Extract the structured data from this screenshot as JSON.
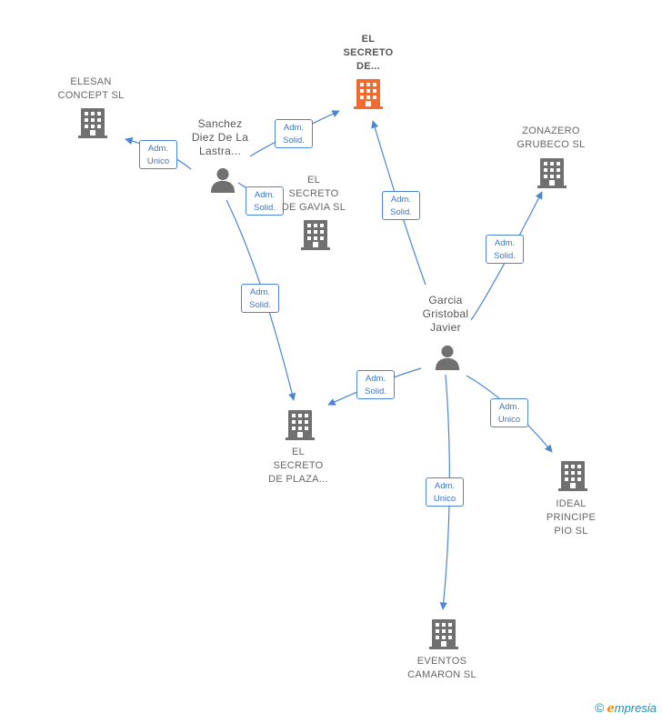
{
  "colors": {
    "edge": "#4a86d4",
    "company": "#707070",
    "company_main": "#f26a2e",
    "person": "#707070"
  },
  "nodes": {
    "el_secreto_de": {
      "label": [
        "EL",
        "SECRETO",
        "DE..."
      ],
      "icon": "building-icon",
      "main": true
    },
    "elesan": {
      "label": [
        "ELESAN",
        "CONCEPT  SL"
      ],
      "icon": "building-icon"
    },
    "sanchez": {
      "label": [
        "Sanchez",
        "Diez De La",
        "Lastra..."
      ],
      "icon": "person-icon"
    },
    "el_secreto_gavia": {
      "label": [
        "EL",
        "SECRETO",
        "DE GAVIA  SL"
      ],
      "icon": "building-icon"
    },
    "zonazero": {
      "label": [
        "ZONAZERO",
        "GRUBECO SL"
      ],
      "icon": "building-icon"
    },
    "garcia": {
      "label": [
        "Garcia",
        "Gristobal",
        "Javier"
      ],
      "icon": "person-icon"
    },
    "el_secreto_plaza": {
      "label": [
        "EL",
        "SECRETO",
        "DE PLAZA..."
      ],
      "icon": "building-icon"
    },
    "ideal": {
      "label": [
        "IDEAL",
        "PRINCIPE",
        "PIO  SL"
      ],
      "icon": "building-icon"
    },
    "eventos": {
      "label": [
        "EVENTOS",
        "CAMARON  SL"
      ],
      "icon": "building-icon"
    }
  },
  "edges": [
    {
      "from": "sanchez",
      "to": "elesan",
      "role": [
        "Adm.",
        "Unico"
      ]
    },
    {
      "from": "sanchez",
      "to": "el_secreto_de",
      "role": [
        "Adm.",
        "Solid."
      ]
    },
    {
      "from": "sanchez",
      "to": "el_secreto_gavia",
      "role": [
        "Adm.",
        "Solid."
      ]
    },
    {
      "from": "sanchez",
      "to": "el_secreto_plaza",
      "role": [
        "Adm.",
        "Solid."
      ]
    },
    {
      "from": "garcia",
      "to": "el_secreto_de",
      "role": [
        "Adm.",
        "Solid."
      ]
    },
    {
      "from": "garcia",
      "to": "zonazero",
      "role": [
        "Adm.",
        "Solid."
      ]
    },
    {
      "from": "garcia",
      "to": "el_secreto_plaza",
      "role": [
        "Adm.",
        "Solid."
      ]
    },
    {
      "from": "garcia",
      "to": "ideal",
      "role": [
        "Adm.",
        "Unico"
      ]
    },
    {
      "from": "garcia",
      "to": "eventos",
      "role": [
        "Adm.",
        "Unico"
      ]
    }
  ],
  "footer": {
    "copyright_symbol": "©",
    "brand_initial": "e",
    "brand_rest": "mpresia"
  }
}
